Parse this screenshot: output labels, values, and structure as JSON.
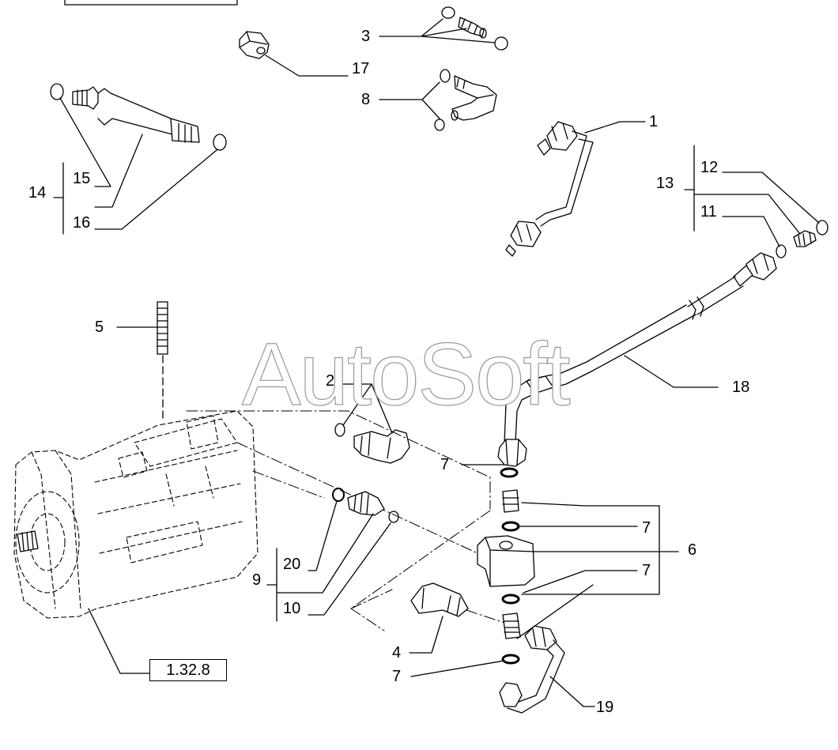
{
  "watermark": "AutoSoft",
  "reference_box": "1.32.8",
  "callouts": {
    "c1": "1",
    "c2": "2",
    "c3": "3",
    "c4": "4",
    "c5": "5",
    "c6": "6",
    "c7a": "7",
    "c7b": "7",
    "c7c": "7",
    "c7d": "7",
    "c8": "8",
    "c9": "9",
    "c10": "10",
    "c11": "11",
    "c12": "12",
    "c13": "13",
    "c14": "14",
    "c15": "15",
    "c16": "16",
    "c17": "17",
    "c18": "18",
    "c19": "19",
    "c20": "20"
  }
}
